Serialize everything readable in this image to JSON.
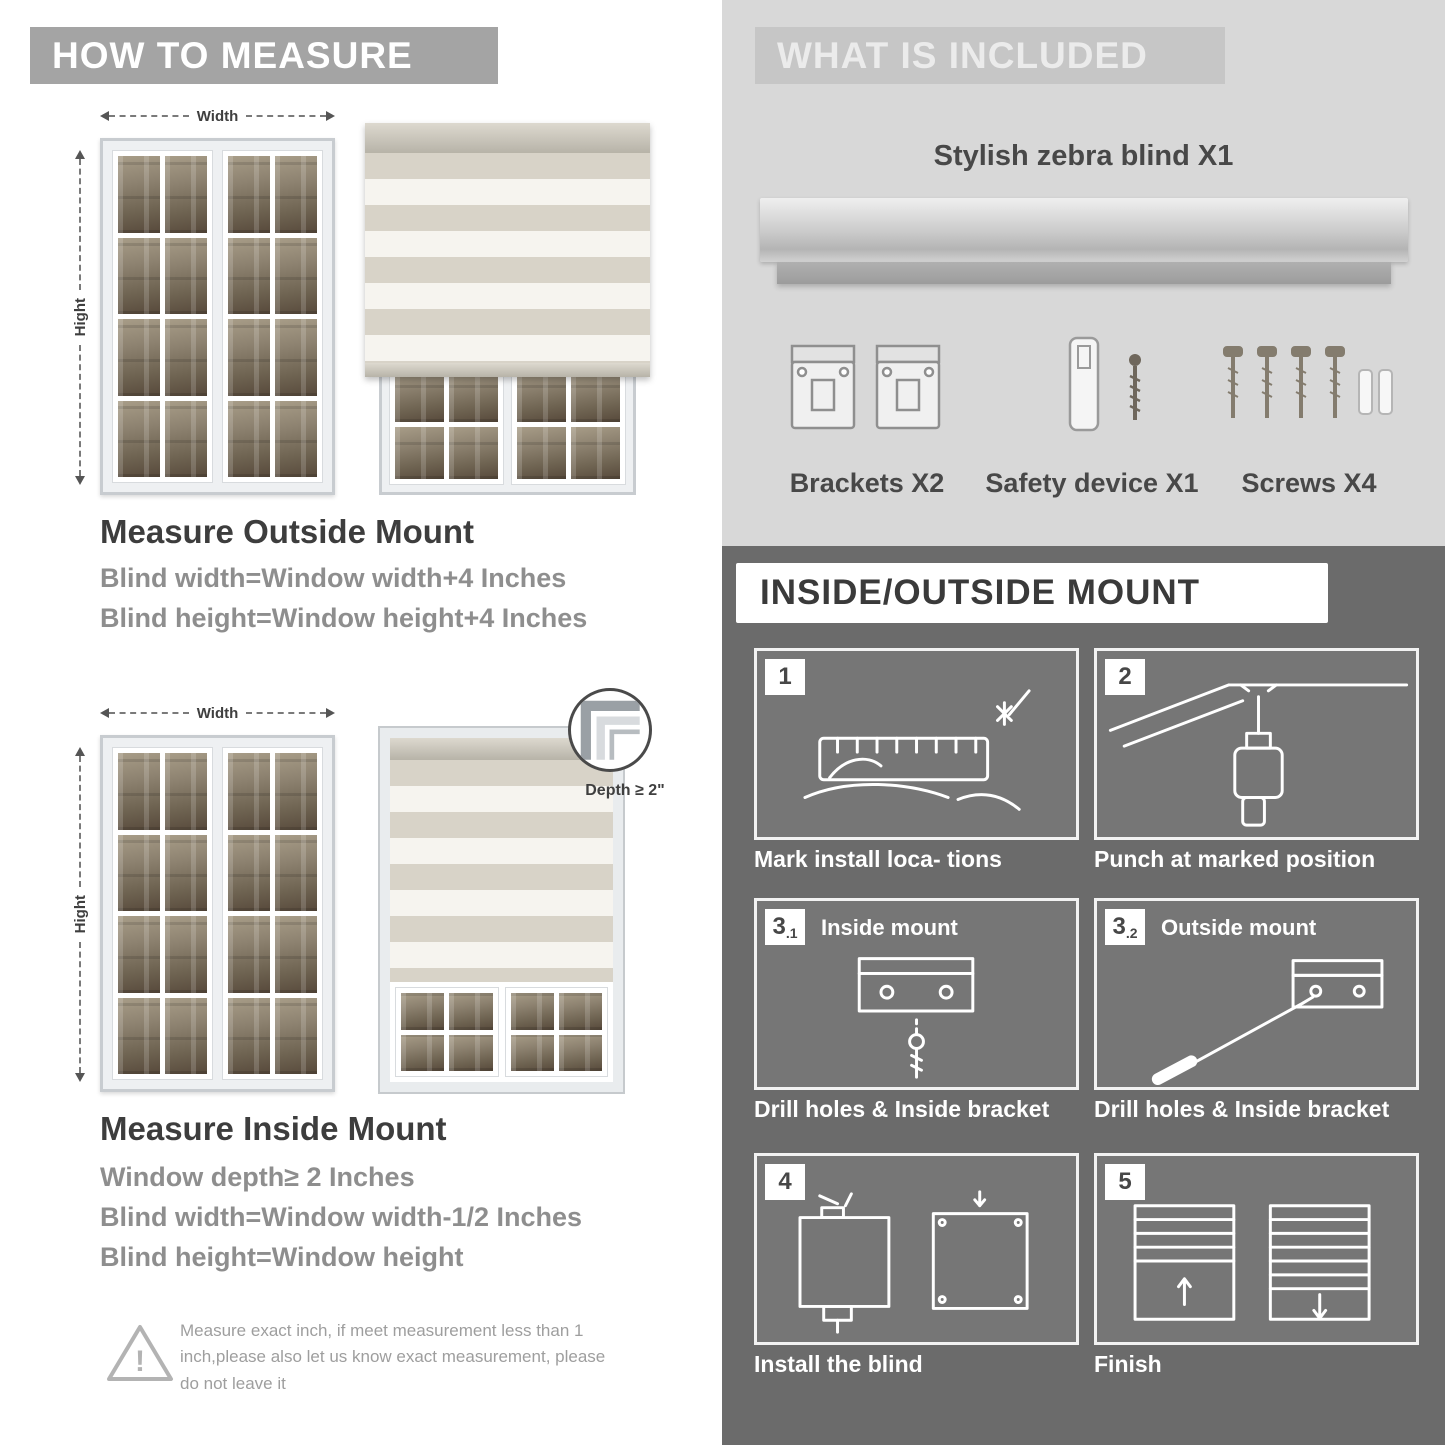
{
  "colors": {
    "banner_gray": "#a4a4a4",
    "included_bg": "#d8d8d8",
    "included_banner": "#c6c6c6",
    "mount_bg": "#6b6b6b",
    "stripe_beige": "#d8d3c8",
    "text_dark": "#3d3d3d",
    "text_gray": "#8e8e8e"
  },
  "left": {
    "banner": "HOW TO MEASURE",
    "note_mark": "!",
    "outside": {
      "width_label": "Width",
      "height_label": "Hight",
      "title": "Measure Outside Mount",
      "line1": "Blind width=Window width+4 Inches",
      "line2": "Blind height=Window height+4 Inches"
    },
    "inside": {
      "width_label": "Width",
      "height_label": "Hight",
      "depth_label": "Depth ≥ 2\"",
      "title": "Measure Inside Mount",
      "line1": "Window depth≥ 2 Inches",
      "line2": "Blind width=Window width-1/2 Inches",
      "line3": "Blind height=Window height"
    },
    "note": "Measure exact inch, if meet measurement less than 1 inch,please also let us know exact measurement, please do not leave it"
  },
  "right": {
    "included": {
      "banner": "WHAT IS INCLUDED",
      "blind_label": "Stylish zebra blind X1",
      "items": [
        {
          "label": "Brackets X2"
        },
        {
          "label": "Safety device X1"
        },
        {
          "label": "Screws X4"
        }
      ]
    },
    "mount": {
      "banner": "INSIDE/OUTSIDE MOUNT",
      "steps": [
        {
          "num": "1",
          "sub": "",
          "title": "",
          "caption": "Mark install loca- tions"
        },
        {
          "num": "2",
          "sub": "",
          "title": "",
          "caption": "Punch at marked position"
        },
        {
          "num": "3",
          "sub": ".1",
          "title": "Inside mount",
          "caption": "Drill holes & Inside bracket"
        },
        {
          "num": "3",
          "sub": ".2",
          "title": "Outside mount",
          "caption": "Drill holes & Inside bracket"
        },
        {
          "num": "4",
          "sub": "",
          "title": "",
          "caption": "Install the blind"
        },
        {
          "num": "5",
          "sub": "",
          "title": "",
          "caption": "Finish"
        }
      ]
    }
  }
}
